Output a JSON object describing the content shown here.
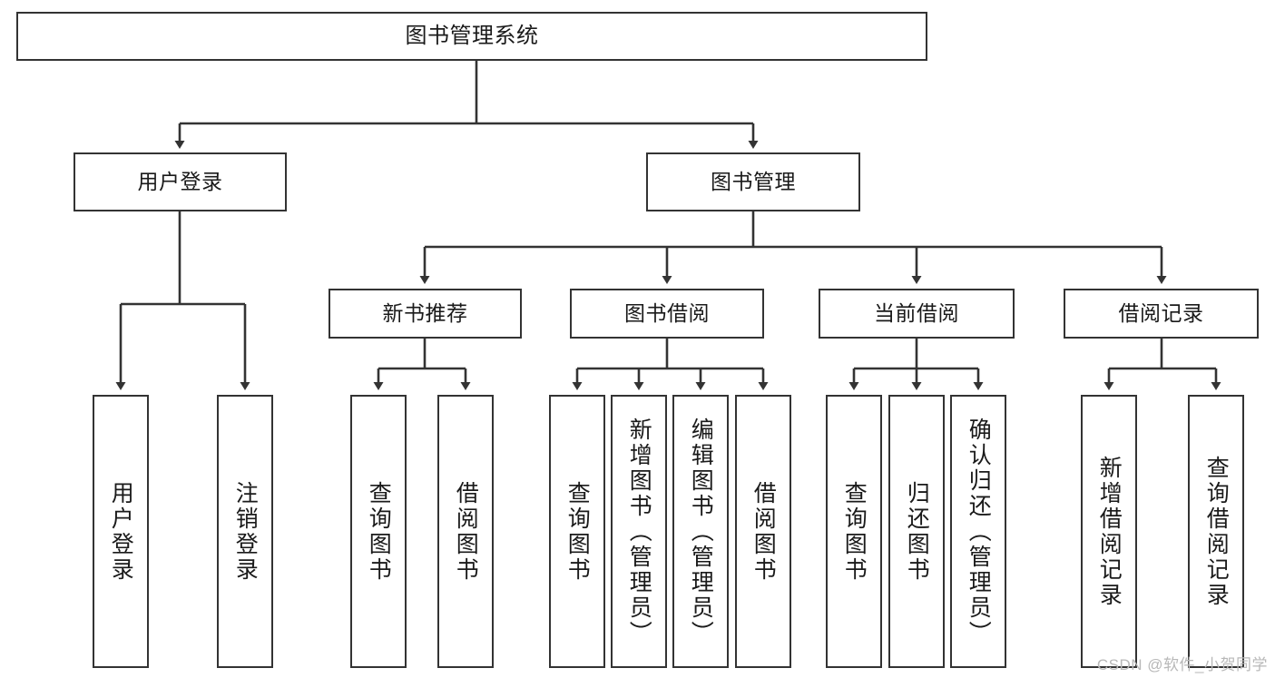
{
  "diagram": {
    "title": "图书管理系统",
    "type": "tree-hierarchy-diagram",
    "watermark": "CSDN @软件_小贺同学",
    "colors": {
      "box_border": "#333333",
      "box_fill": "#ffffff",
      "edge": "#333333",
      "text": "#1a1a1a",
      "watermark": "#b8b8b8",
      "background": "#ffffff"
    },
    "root": {
      "id": "root",
      "label": "图书管理系统"
    },
    "level2": [
      {
        "id": "user-login",
        "label": "用户登录"
      },
      {
        "id": "book-manage",
        "label": "图书管理"
      }
    ],
    "level3": [
      {
        "id": "new-book-rec",
        "label": "新书推荐"
      },
      {
        "id": "book-borrow",
        "label": "图书借阅"
      },
      {
        "id": "current-borrow",
        "label": "当前借阅"
      },
      {
        "id": "borrow-record",
        "label": "借阅记录"
      }
    ],
    "leaves": {
      "user-login": [
        {
          "id": "leaf-user-login",
          "label": "用户登录"
        },
        {
          "id": "leaf-user-logout",
          "label": "注销登录"
        }
      ],
      "new-book-rec": [
        {
          "id": "leaf-query-book-1",
          "label": "查询图书"
        },
        {
          "id": "leaf-borrow-book-1",
          "label": "借阅图书"
        }
      ],
      "book-borrow": [
        {
          "id": "leaf-query-book-2",
          "label": "查询图书"
        },
        {
          "id": "leaf-add-book",
          "label": "新增图书（管理员）"
        },
        {
          "id": "leaf-edit-book",
          "label": "编辑图书（管理员）"
        },
        {
          "id": "leaf-borrow-book-2",
          "label": "借阅图书"
        }
      ],
      "current-borrow": [
        {
          "id": "leaf-query-book-3",
          "label": "查询图书"
        },
        {
          "id": "leaf-return-book",
          "label": "归还图书"
        },
        {
          "id": "leaf-confirm-return",
          "label": "确认归还（管理员）"
        }
      ],
      "borrow-record": [
        {
          "id": "leaf-add-record",
          "label": "新增借阅记录"
        },
        {
          "id": "leaf-query-record",
          "label": "查询借阅记录"
        }
      ]
    }
  }
}
